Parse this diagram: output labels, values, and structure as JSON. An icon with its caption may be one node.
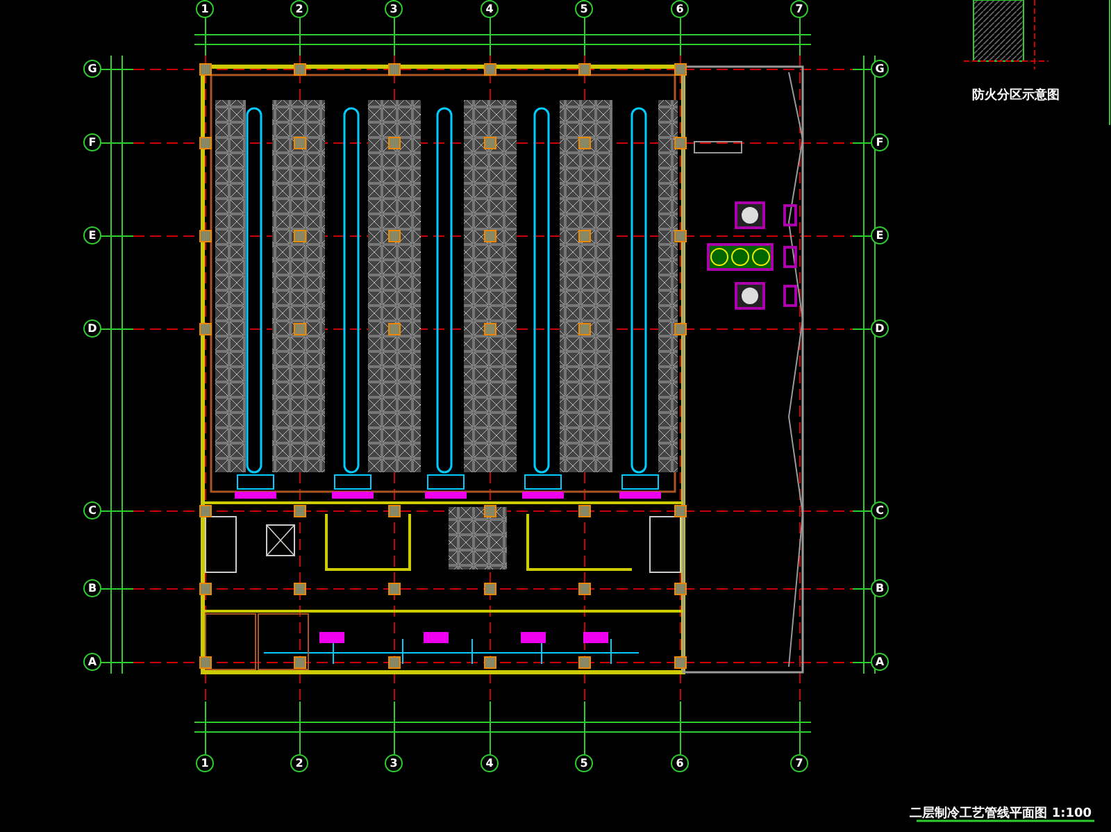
{
  "diagram": {
    "title": "二层制冷工艺管线平面图 1:100",
    "labels": [
      "1",
      "2",
      "3",
      "4",
      "5",
      "6",
      "7",
      "防火分区示意图",
      "G",
      "G",
      "F",
      "F",
      "E",
      "E",
      "D",
      "D",
      "C",
      "C",
      "B",
      "B",
      "A",
      "A",
      "1",
      "2",
      "3",
      "4",
      "5",
      "6",
      "7"
    ]
  }
}
